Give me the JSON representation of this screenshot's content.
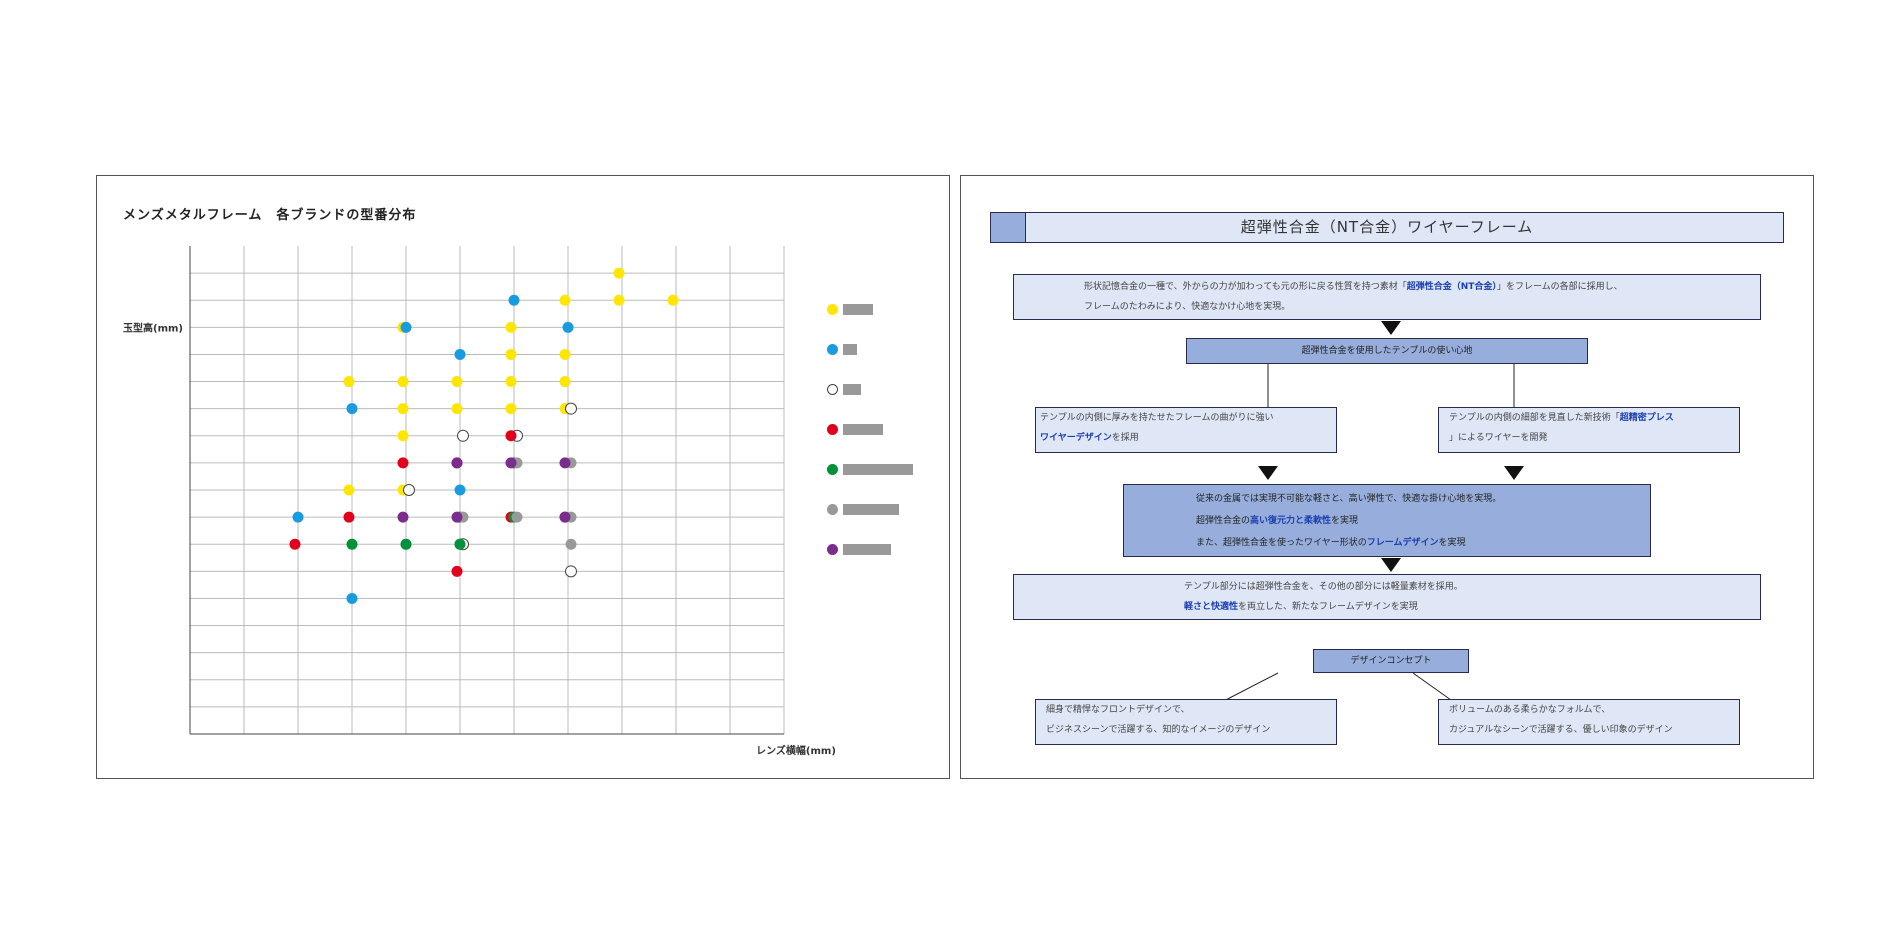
{
  "chart_title": "メンズメタルフレーム　各ブランドの型番分布",
  "chart_data": {
    "type": "scatter",
    "title": "メンズメタルフレーム　各ブランドの型番分布",
    "xlabel": "レンズ横幅(mm)",
    "ylabel": "玉型高(mm)",
    "x_ticks": [
      "",
      "",
      "",
      "",
      ""
    ],
    "y_ticks": [
      "",
      "",
      "",
      ""
    ],
    "grid": true,
    "legend_position": "right",
    "series": [
      {
        "color": "#ffe600",
        "hollow": false,
        "points": [
          [
            3,
            9
          ],
          [
            3,
            13
          ],
          [
            4,
            15
          ],
          [
            4,
            13
          ],
          [
            4,
            12
          ],
          [
            4,
            11
          ],
          [
            4,
            9
          ],
          [
            5,
            13
          ],
          [
            5,
            12
          ],
          [
            6,
            15
          ],
          [
            6,
            14
          ],
          [
            6,
            13
          ],
          [
            6,
            12
          ],
          [
            6,
            11
          ],
          [
            7,
            16
          ],
          [
            7,
            14
          ],
          [
            7,
            13
          ],
          [
            7,
            12
          ],
          [
            8,
            17
          ],
          [
            8,
            16
          ],
          [
            9,
            16
          ]
        ]
      },
      {
        "color": "#1a9be0",
        "hollow": false,
        "points": [
          [
            2,
            8
          ],
          [
            3,
            12
          ],
          [
            3,
            5
          ],
          [
            4,
            7
          ],
          [
            4,
            15
          ],
          [
            5,
            9
          ],
          [
            5,
            14
          ],
          [
            6,
            16
          ],
          [
            7,
            15
          ],
          [
            5,
            7
          ]
        ]
      },
      {
        "color": "#ffffff",
        "hollow": true,
        "points": [
          [
            4,
            9
          ],
          [
            5,
            11
          ],
          [
            6,
            11
          ],
          [
            5,
            7
          ],
          [
            7,
            12
          ],
          [
            7,
            6
          ]
        ]
      },
      {
        "color": "#e0001b",
        "hollow": false,
        "points": [
          [
            2,
            7
          ],
          [
            3,
            8
          ],
          [
            4,
            10
          ],
          [
            5,
            10
          ],
          [
            6,
            11
          ],
          [
            6,
            8
          ],
          [
            7,
            8
          ],
          [
            5,
            6
          ]
        ]
      },
      {
        "color": "#00913a",
        "hollow": false,
        "points": [
          [
            3,
            7
          ],
          [
            4,
            7
          ],
          [
            5,
            8
          ],
          [
            6,
            10
          ],
          [
            6,
            8
          ],
          [
            5,
            7
          ]
        ]
      },
      {
        "color": "#999999",
        "hollow": false,
        "points": [
          [
            5,
            8
          ],
          [
            6,
            10
          ],
          [
            6,
            8
          ],
          [
            7,
            10
          ],
          [
            7,
            8
          ],
          [
            7,
            7
          ]
        ]
      },
      {
        "color": "#7b2d8e",
        "hollow": false,
        "points": [
          [
            4,
            8
          ],
          [
            5,
            10
          ],
          [
            6,
            10
          ],
          [
            7,
            10
          ],
          [
            7,
            8
          ],
          [
            5,
            8
          ]
        ]
      }
    ],
    "legend": [
      {
        "color": "#ffe600",
        "hollow": false,
        "label": ""
      },
      {
        "color": "#1a9be0",
        "hollow": false,
        "label": ""
      },
      {
        "color": "#ffffff",
        "hollow": true,
        "label": ""
      },
      {
        "color": "#e0001b",
        "hollow": false,
        "label": ""
      },
      {
        "color": "#00913a",
        "hollow": false,
        "label": ""
      },
      {
        "color": "#999999",
        "hollow": false,
        "label": ""
      },
      {
        "color": "#7b2d8e",
        "hollow": false,
        "label": ""
      }
    ]
  },
  "diagram": {
    "header_title": "超弾性合金（NT合金）ワイヤーフレーム",
    "intro_line1_a": "形状記憶合金の一種で、外からの力が加わっても元の形に戻る性質を持つ素材「",
    "intro_line1_hl": "超弾性合金（NT合金）",
    "intro_line1_b": "」をフレームの各部に採用し、",
    "intro_line2": "フレームのたわみにより、快適なかけ心地を実現。",
    "step2": "超弾性合金を使用したテンプルの使い心地",
    "left_box_line1": "テンプルの内側に厚みを持たせたフレームの曲がりに強い",
    "left_box_hl": "ワイヤーデザイン",
    "left_box_line2": "を採用",
    "right_box_line1": "テンプルの内側の細部を見直した新技術「",
    "right_box_hl": "超精密プレス",
    "right_box_line2": "」によるワイヤーを開発",
    "center_line1": "従来の金属では実現不可能な軽さと、高い弾性で、快適な掛け心地を実現。",
    "center_line2_a": "超弾性合金の",
    "center_line2_hl": "高い復元力と柔軟性",
    "center_line2_b": "を実現",
    "center_line3_a": "また、超弾性合金を使ったワイヤー形状の",
    "center_line3_hl": "フレームデザイン",
    "center_line3_b": "を実現",
    "bottom_line1": "テンプル部分には超弾性合金を、その他の部分には軽量素材を採用。",
    "bottom_line2_hl": "軽さと快適性",
    "bottom_line2_b": "を両立した、新たなフレームデザインを実現",
    "concept_label": "デザインコンセプト",
    "concept_left_line1": "細身で精悍なフロントデザインで、",
    "concept_left_line2": "ビジネスシーンで活躍する、知的なイメージのデザイン",
    "concept_right_line1": "ボリュームのある柔らかなフォルムで、",
    "concept_right_line2": "カジュアルなシーンで活躍する、優しい印象のデザイン"
  }
}
